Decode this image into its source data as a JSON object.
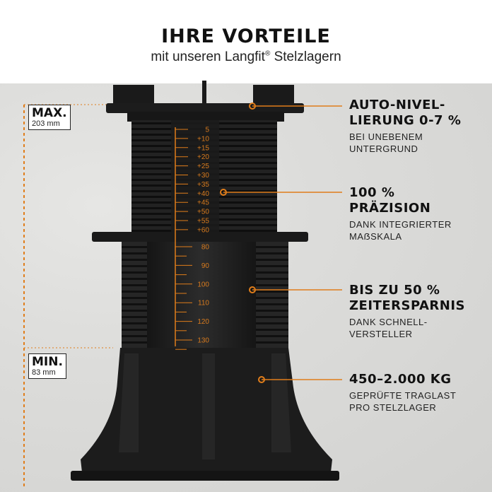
{
  "header": {
    "title": "IHRE VORTEILE",
    "subtitle_prefix": "mit unseren Langfit",
    "subtitle_reg": "®",
    "subtitle_suffix": " Stelzlagern"
  },
  "scale": {
    "max_label": "MAX.",
    "max_value": "203 mm",
    "min_label": "MIN.",
    "min_value": "83 mm"
  },
  "upper_ticks": [
    "5",
    "+10",
    "+15",
    "+20",
    "+25",
    "+30",
    "+35",
    "+40",
    "+45",
    "+50",
    "+55",
    "+60"
  ],
  "lower_ticks": [
    "80",
    "90",
    "100",
    "110",
    "120",
    "130"
  ],
  "features": [
    {
      "title_line1": "AUTO-NIVEL-",
      "title_line2": "LIERUNG 0-7 %",
      "desc_line1": "BEI UNEBENEM",
      "desc_line2": "UNTERGRUND"
    },
    {
      "title_line1": "100 %",
      "title_line2": "PRÄZISION",
      "desc_line1": "DANK INTEGRIERTER",
      "desc_line2": "MAẞSKALA"
    },
    {
      "title_line1": "BIS ZU 50 %",
      "title_line2": "ZEITERSPARNIS",
      "desc_line1": "DANK SCHNELL-",
      "desc_line2": "VERSTELLER"
    },
    {
      "title_line1": "450–2.000 KG",
      "title_line2": "",
      "desc_line1": "GEPRÜFTE TRAGLAST",
      "desc_line2": "PRO STELZLAGER"
    }
  ],
  "colors": {
    "accent": "#e07d1a",
    "pedestal": "#1e1e1e",
    "text": "#111111"
  }
}
